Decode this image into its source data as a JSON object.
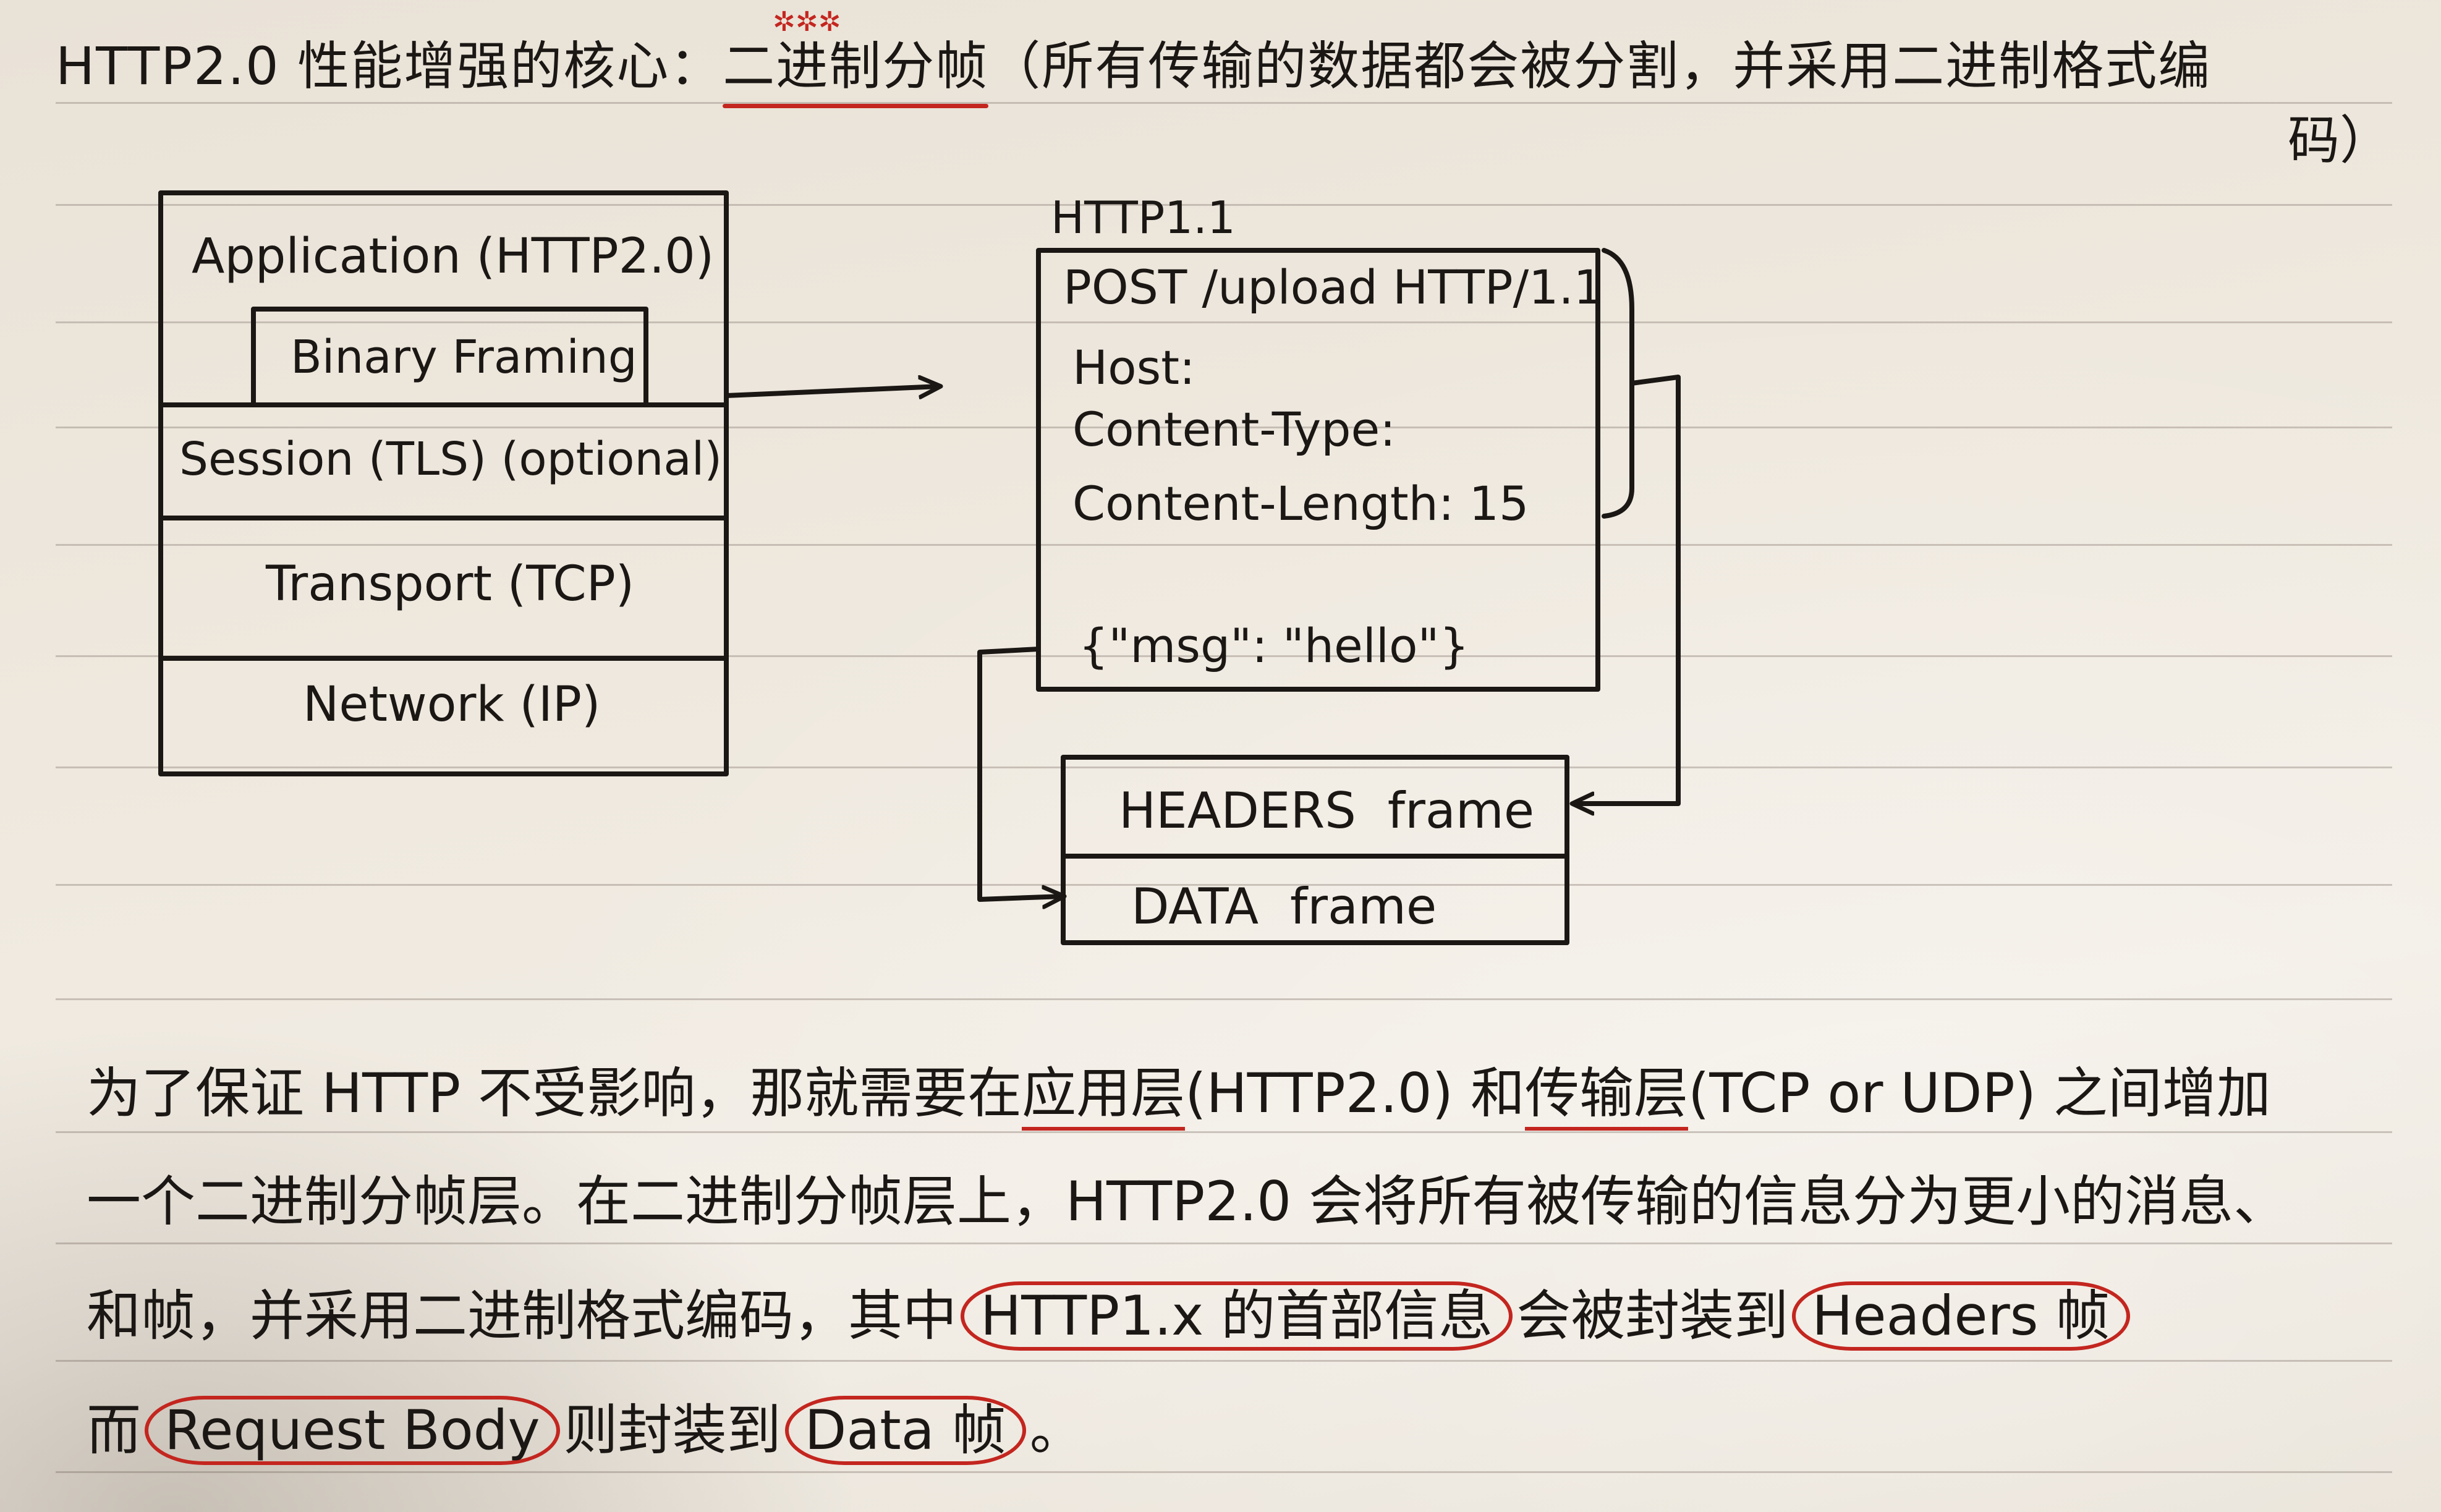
{
  "heading": {
    "prefix": "HTTP2.0 性能增强的核心：",
    "emphasis": "二进制分帧",
    "note": "（所有传输的数据都会被分割，并采用二进制格式编",
    "note_cont": "码）",
    "star_marks": "✲✲✲"
  },
  "layer_stack": {
    "application": "Application (HTTP2.0)",
    "binary_framing": "Binary Framing",
    "session": "Session (TLS) (optional)",
    "transport": "Transport (TCP)",
    "network": "Network (IP)"
  },
  "http11_message": {
    "caption": "HTTP1.1",
    "request_line": "POST /upload HTTP/1.1",
    "header_host": "Host:",
    "header_content_type": "Content-Type:",
    "header_content_length": "Content-Length: 15",
    "body": "{\"msg\": \"hello\"}"
  },
  "frames": {
    "headers_frame": "HEADERS  frame",
    "data_frame": "DATA  frame"
  },
  "paragraph": {
    "line1_a": "为了保证 HTTP 不受影响，那就需要在",
    "line1_app_layer": "应用层",
    "line1_b": "(HTTP2.0) 和",
    "line1_transport_layer": "传输层",
    "line1_c": "(TCP  or  UDP) 之间增加",
    "line2": "一个二进制分帧层。在二进制分帧层上，HTTP2.0 会将所有被传输的信息分为更小的消息、",
    "line3_a": "和帧，并采用二进制格式编码，其中",
    "line3_headers_info": "HTTP1.x 的首部信息",
    "line3_b": "会被封装到",
    "line3_headers_frame": "Headers 帧",
    "line4_a": "而",
    "line4_request_body": "Request Body",
    "line4_b": "则封装到",
    "line4_data_frame": "Data 帧",
    "line4_end": "。"
  },
  "colors": {
    "ink": "#1b1714",
    "red_pen": "#c3261f",
    "paper": "#ece6dc",
    "rule_line": "#968c82"
  }
}
